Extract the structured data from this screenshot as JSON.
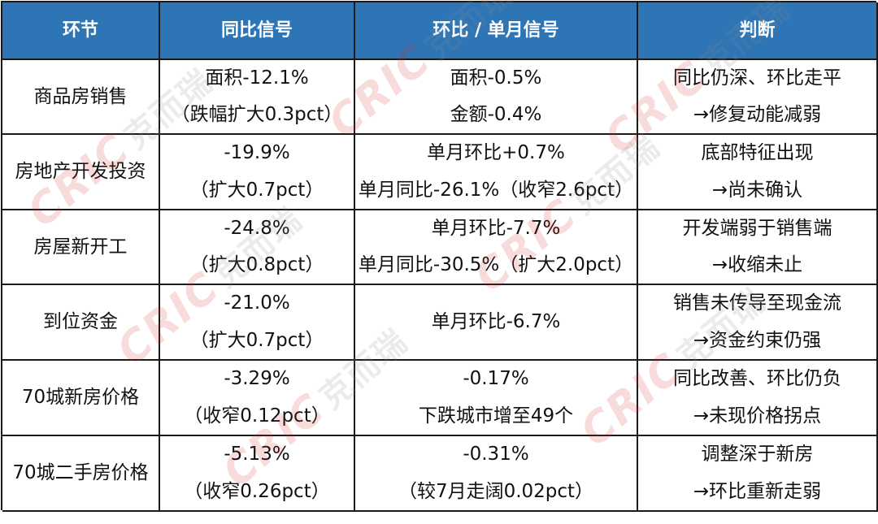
{
  "headers": [
    "环节",
    "同比信号",
    "环比 / 单月信号",
    "判断"
  ],
  "rows": [
    {
      "name": "商品房销售",
      "yoy": [
        "面积-12.1%",
        "（跌幅扩大0.3pct）"
      ],
      "mom": [
        "面积-0.5%",
        "金额-0.4%"
      ],
      "judge": [
        "同比仍深、环比走平",
        "→修复动能减弱"
      ]
    },
    {
      "name": "房地产开发投资",
      "yoy": [
        "-19.9%",
        "（扩大0.7pct）"
      ],
      "mom": [
        "单月环比+0.7%",
        "单月同比-26.1%（收窄2.6pct）"
      ],
      "judge": [
        "底部特征出现",
        "→尚未确认"
      ]
    },
    {
      "name": "房屋新开工",
      "yoy": [
        "-24.8%",
        "（扩大0.8pct）"
      ],
      "mom": [
        "单月环比-7.7%",
        "单月同比-30.5%（扩大2.0pct）"
      ],
      "judge": [
        "开发端弱于销售端",
        "→收缩未止"
      ]
    },
    {
      "name": "到位资金",
      "yoy": [
        "-21.0%",
        "（扩大0.7pct）"
      ],
      "mom": [
        "单月环比-6.7%"
      ],
      "judge": [
        "销售未传导至现金流",
        "→资金约束仍强"
      ]
    },
    {
      "name": "70城新房价格",
      "yoy": [
        "-3.29%",
        "（收窄0.12pct）"
      ],
      "mom": [
        "-0.17%",
        "下跌城市增至49个"
      ],
      "judge": [
        "同比改善、环比仍负",
        "→未现价格拐点"
      ]
    },
    {
      "name": "70城二手房价格",
      "yoy": [
        "-5.13%",
        "（收窄0.26pct）"
      ],
      "mom": [
        "-0.31%",
        "（较7月走阔0.02pct）"
      ],
      "judge": [
        "调整深于新房",
        "→环比重新走弱"
      ]
    }
  ],
  "watermark": {
    "logo": "CRIC",
    "cn": "克而瑞"
  }
}
